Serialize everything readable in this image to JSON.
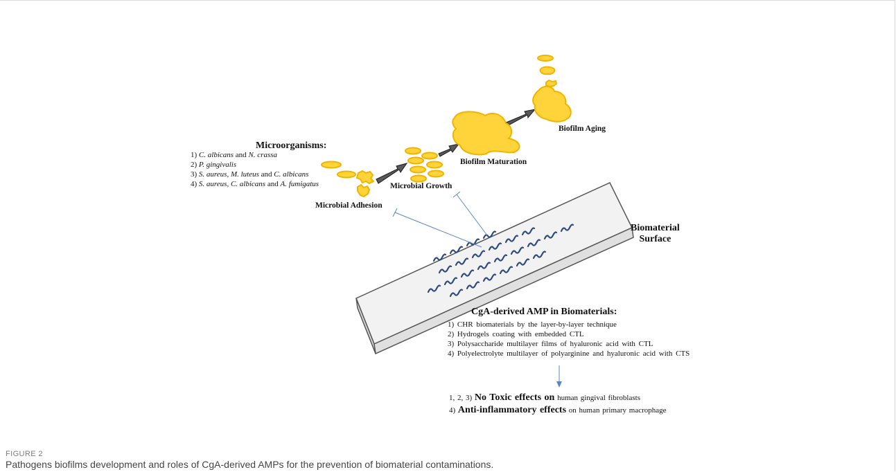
{
  "microorganisms": {
    "heading": "Microorganisms:",
    "items": [
      [
        "1) ",
        "C. albicans",
        " and ",
        "N. crassa",
        "",
        ""
      ],
      [
        "2) ",
        "P. gingivalis",
        "",
        "",
        "",
        ""
      ],
      [
        "3) ",
        "S. aureus, M. luteus",
        " and ",
        "C. albicans",
        "",
        ""
      ],
      [
        "4) ",
        "S. aureus, C. albicans",
        " and ",
        "A. fumigatus",
        "",
        ""
      ]
    ]
  },
  "stages": {
    "adhesion": "Microbial Adhesion",
    "growth": "Microbial Growth",
    "maturation": "Biofilm Maturation",
    "aging": "Biofilm Aging"
  },
  "surface_label": [
    "Biomaterial",
    "Surface"
  ],
  "amp": {
    "heading": "CgA-derived AMP in Biomaterials:",
    "items": [
      "1) CHR biomaterials by the layer-by-layer technique",
      "2) Hydrogels coating with embedded CTL",
      "3) Polysaccharide multilayer films of hyaluronic acid with CTL",
      "4) Polyelectrolyte multilayer of polyarginine and hyaluronic acid with CTS"
    ]
  },
  "effects": {
    "line1_prefix": "1, 2, 3) ",
    "line1_bold": "No Toxic effects on",
    "line1_rest": " human gingival fibroblasts",
    "line2_prefix": "4) ",
    "line2_bold": "Anti-inflammatory effects",
    "line2_rest": " on human primary macrophage"
  },
  "caption": {
    "label": "FIGURE 2",
    "text": "Pathogens biofilms development and roles of CgA-derived AMPs for the prevention of biomaterial contaminations."
  },
  "colors": {
    "microbe_fill": "#ffd43b",
    "microbe_stroke": "#f0b400",
    "amp_wave": "#2f4a7d",
    "arrow_fill": "#595959",
    "inhibit_line": "#5b86c5",
    "slab_top": "#f2f2f2",
    "slab_side": "#d9d9d9"
  }
}
